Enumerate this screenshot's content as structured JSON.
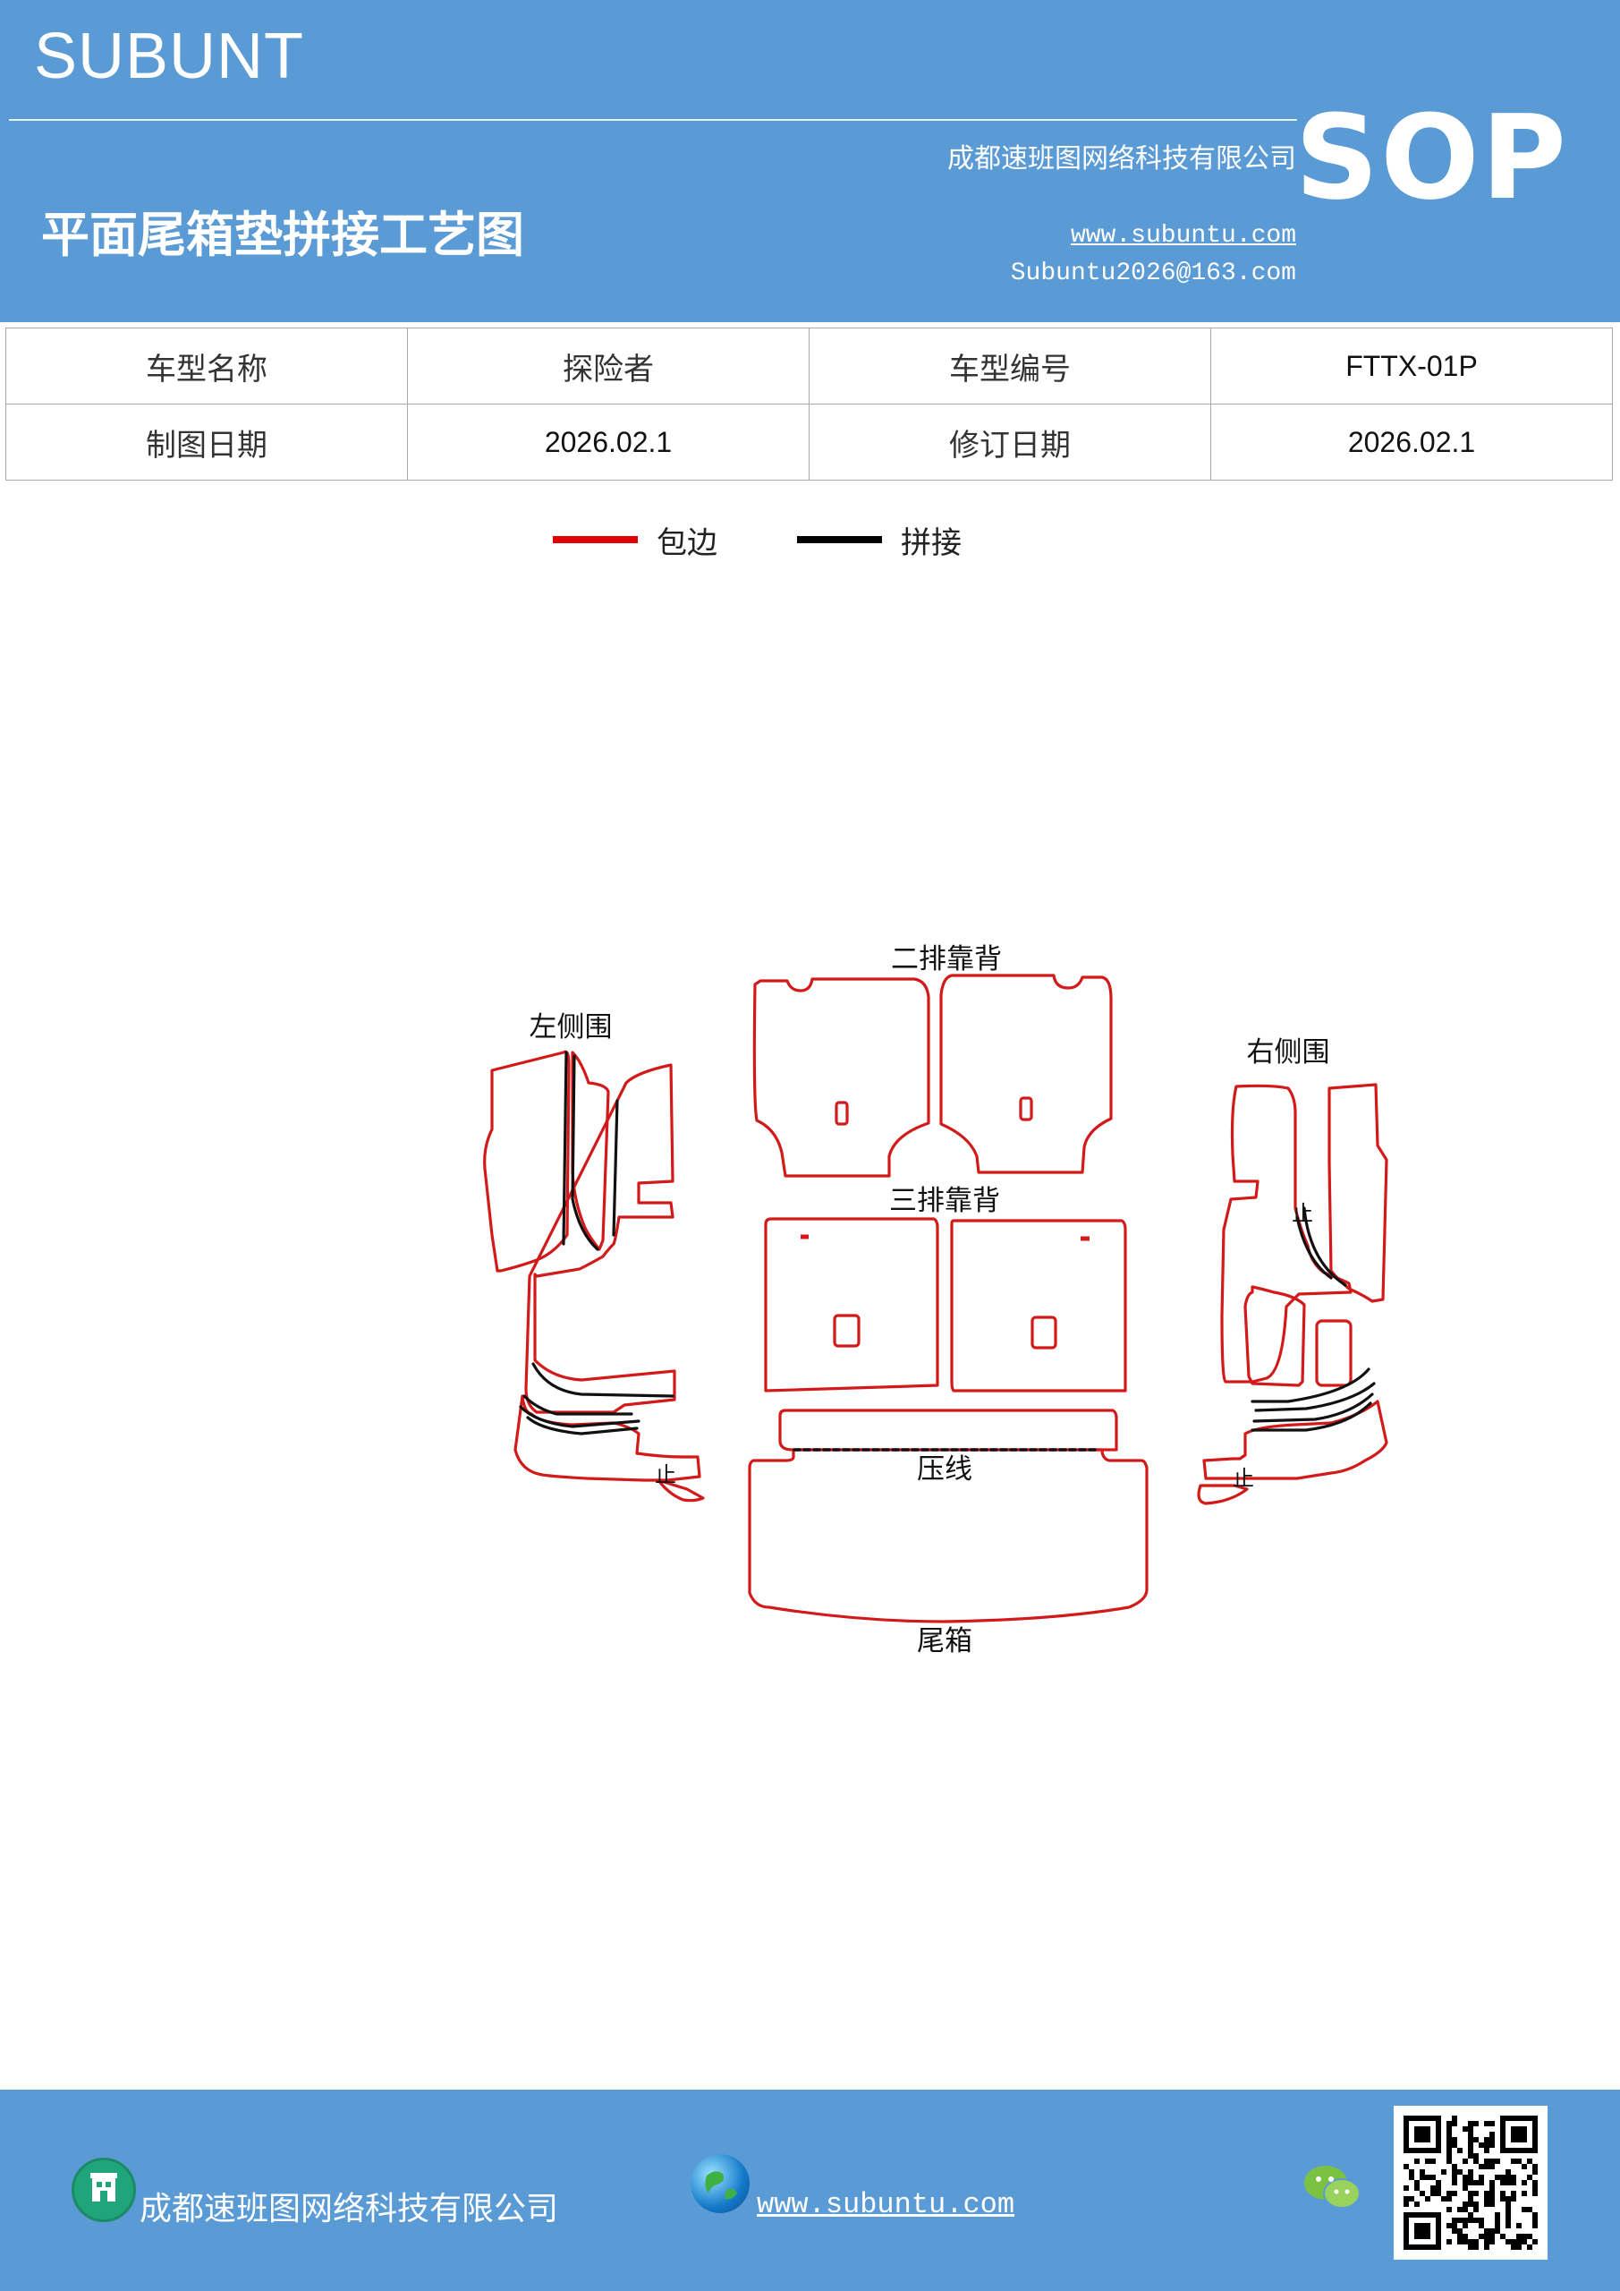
{
  "header": {
    "brand": "SUBUNT",
    "company": "成都速班图网络科技有限公司",
    "title": "平面尾箱垫拼接工艺图",
    "website": "www.subuntu.com",
    "email": "Subuntu2026@163.com",
    "badge": "SOP"
  },
  "info_table": {
    "rows": [
      [
        {
          "text": "车型名称"
        },
        {
          "text": "探险者"
        },
        {
          "text": "车型编号"
        },
        {
          "text": "FTTX-01P"
        }
      ],
      [
        {
          "text": "制图日期"
        },
        {
          "text": "2026.02.1"
        },
        {
          "text": "修订日期"
        },
        {
          "text": "2026.02.1"
        }
      ]
    ]
  },
  "legend": [
    {
      "label": "包边",
      "color": "#e00000"
    },
    {
      "label": "拼接",
      "color": "#000000"
    }
  ],
  "diagram": {
    "labels": {
      "second_row_back": "二排靠背",
      "third_row_back": "三排靠背",
      "left_side": "左侧围",
      "right_side": "右侧围",
      "crease": "压线",
      "trunk": "尾箱",
      "stop_left": "止",
      "stop_right": "止",
      "stop_right_upper": "止"
    },
    "colors": {
      "edge": "#d21a1a",
      "seam": "#111111"
    }
  },
  "footer": {
    "company": "成都速班图网络科技有限公司",
    "website": "www.subuntu.com",
    "icons": [
      "building-icon",
      "globe-icon",
      "wechat-icon",
      "qr-code"
    ]
  }
}
